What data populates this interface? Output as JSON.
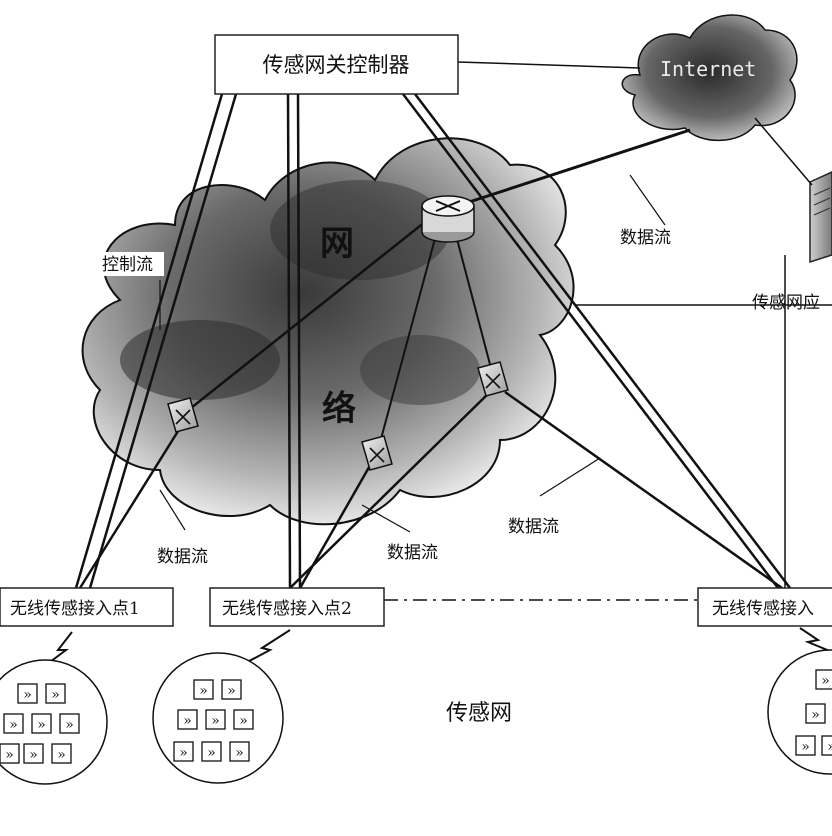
{
  "gateway": {
    "label": "传感网关控制器"
  },
  "internet": {
    "label": "Internet"
  },
  "app_server": {
    "label": "传感网应"
  },
  "core_network": {
    "char1": "网",
    "char2": "络"
  },
  "flows": {
    "control": "控制流",
    "data_top_right": "数据流",
    "data_bottom_left": "数据流",
    "data_bottom_mid": "数据流",
    "data_bottom_right": "数据流"
  },
  "access_points": [
    {
      "label": "无线传感接入点1"
    },
    {
      "label": "无线传感接入点2"
    },
    {
      "label": "无线传感接入"
    }
  ],
  "sensor_net": {
    "label": "传感网",
    "node_glyph": "»"
  }
}
